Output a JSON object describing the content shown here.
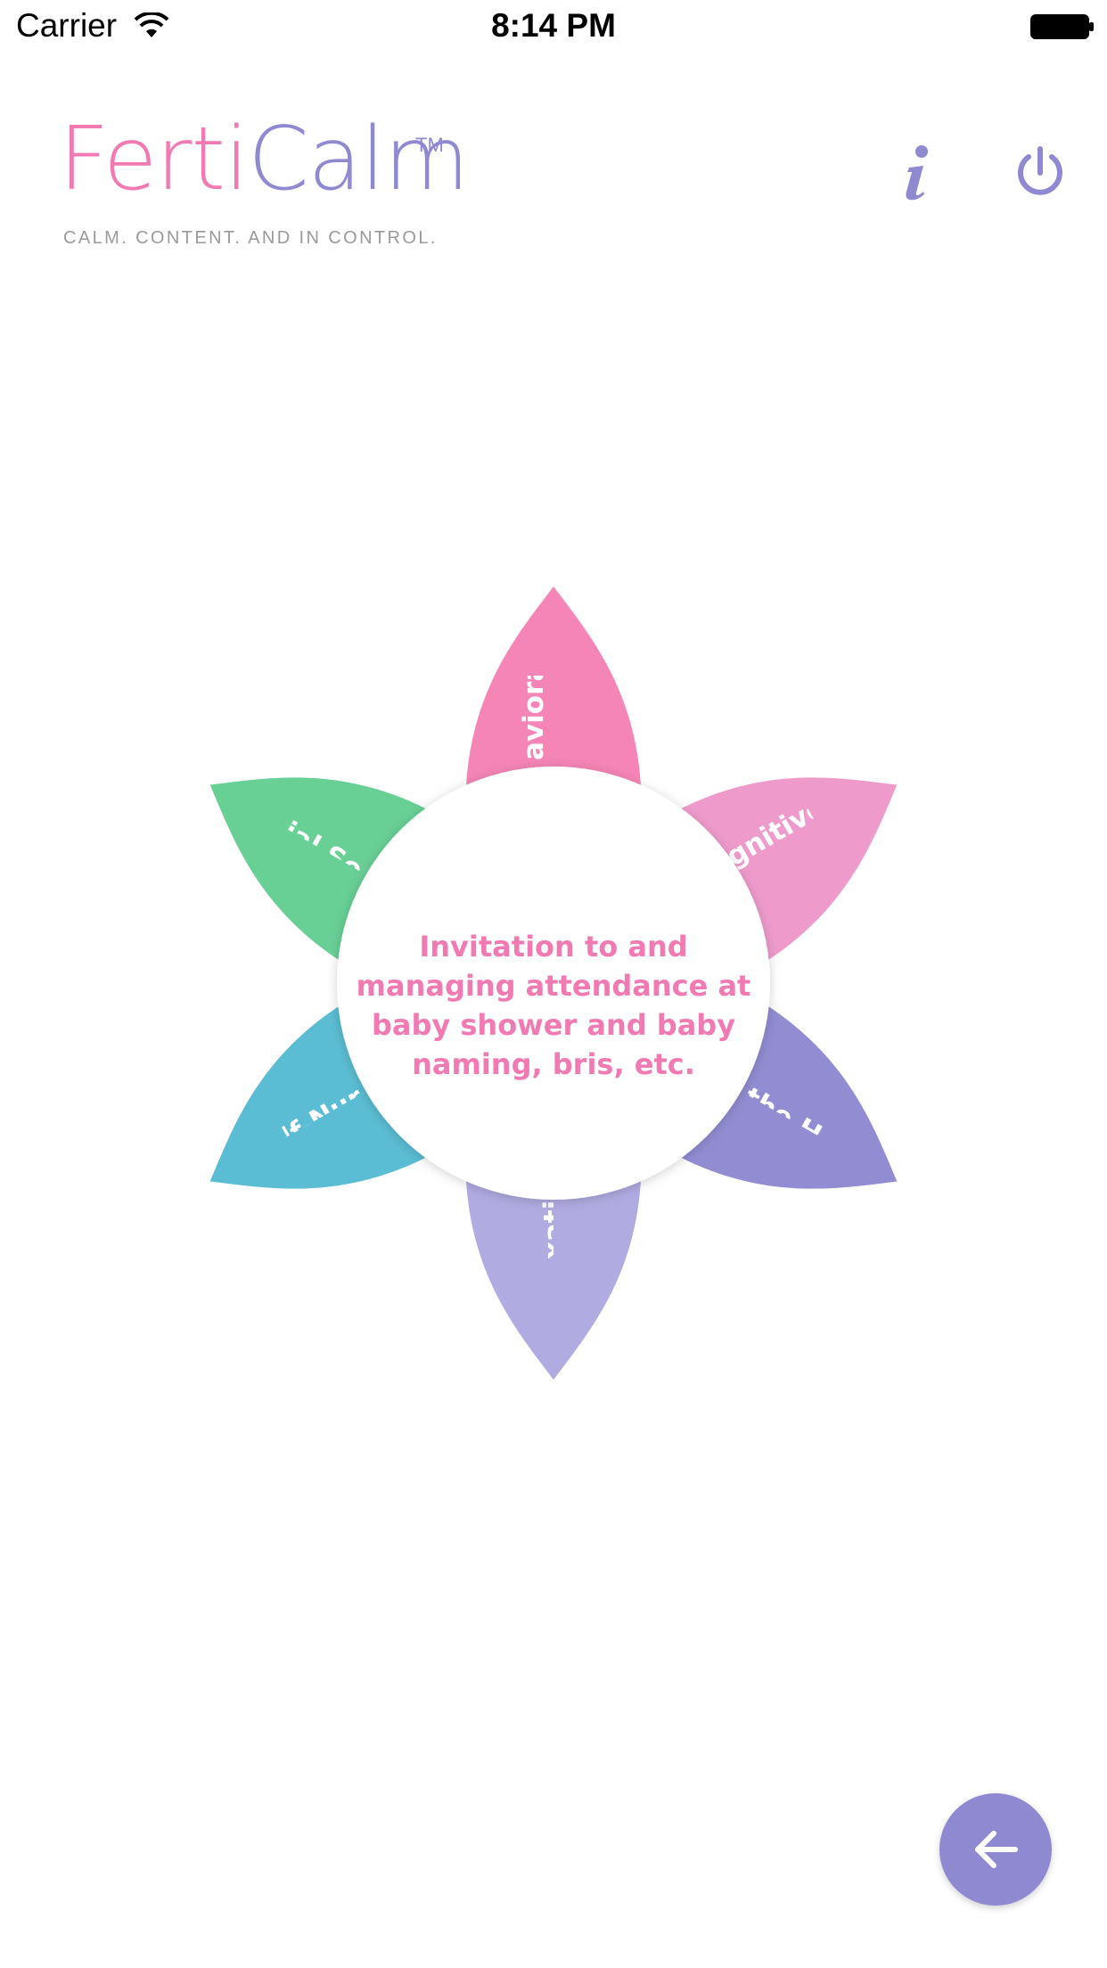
{
  "status_bar": {
    "carrier": "Carrier",
    "time": "8:14 PM"
  },
  "header": {
    "logo_part1": "Ferti",
    "logo_part2": "Calm",
    "trademark": "TM",
    "tagline": "CALM. CONTENT. AND IN CONTROL.",
    "info_icon": "info-icon",
    "power_icon": "power-icon"
  },
  "flower": {
    "petals": [
      {
        "label": "Behavioral Techniques (What",
        "visible_text": "avioral ues (What",
        "color": "#f585b6"
      },
      {
        "label": "Cognitive Techniques (What",
        "visible_text": "gnitive ues (What",
        "color": "#ee9bcc"
      },
      {
        "label": "the Humor",
        "visible_text": "the Humor",
        "color": "#928dd3"
      },
      {
        "label": "Relaxation",
        "visible_text": "xation",
        "color": "#b0abe1"
      },
      {
        "label": "Self-Nurturing",
        "visible_text": "Self-Nur",
        "color": "#5bbdd3"
      },
      {
        "label": "Social Support",
        "visible_text": "Social So",
        "color": "#68cf95"
      }
    ],
    "center_text": "Invitation to and managing attendance at baby shower and baby naming, bris, etc."
  },
  "back_button_icon": "arrow-left-icon",
  "colors": {
    "brand_pink": "#f27ab3",
    "brand_purple": "#8f89d2"
  }
}
